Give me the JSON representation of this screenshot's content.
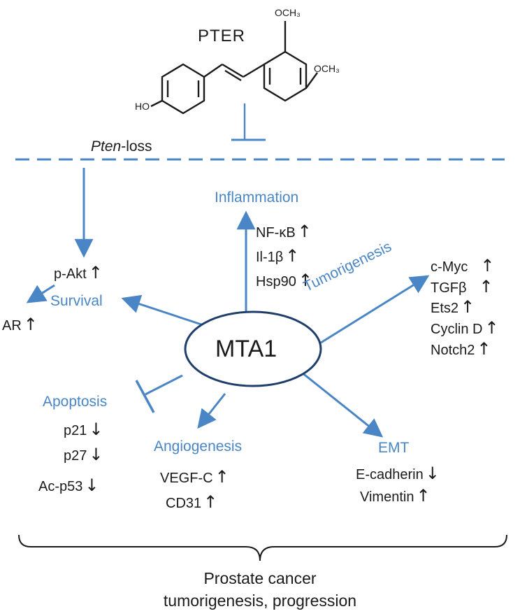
{
  "compound": {
    "name": "PTER",
    "group_top": "OCH₃",
    "group_right": "OCH₃",
    "group_left": "HO"
  },
  "pten_loss": {
    "italic": "Pten",
    "rest": "-loss"
  },
  "center": "MTA1",
  "inflammation": {
    "title": "Inflammation",
    "markers": [
      {
        "name": "NF-κB",
        "dir": "↑"
      },
      {
        "name": "Il-1β",
        "dir": "↑"
      },
      {
        "name": "Hsp90",
        "dir": "↑"
      }
    ]
  },
  "survival": {
    "title": "Survival",
    "markers": [
      {
        "name": "p-Akt",
        "dir": "↑"
      },
      {
        "name": "AR",
        "dir": "↑"
      }
    ]
  },
  "tumorigenesis": {
    "title": "Tumorigenesis",
    "markers": [
      {
        "name": "c-Myc",
        "dir": "↑"
      },
      {
        "name": "TGFβ",
        "dir": "↑"
      },
      {
        "name": "Ets2",
        "dir": "↑"
      },
      {
        "name": "Cyclin D",
        "dir": "↑"
      },
      {
        "name": "Notch2",
        "dir": "↑"
      }
    ]
  },
  "apoptosis": {
    "title": "Apoptosis",
    "markers": [
      {
        "name": "p21",
        "dir": "↓"
      },
      {
        "name": "p27",
        "dir": "↓"
      },
      {
        "name": "Ac-p53",
        "dir": "↓"
      }
    ]
  },
  "angiogenesis": {
    "title": "Angiogenesis",
    "markers": [
      {
        "name": "VEGF-C",
        "dir": "↑"
      },
      {
        "name": "CD31",
        "dir": "↑"
      }
    ]
  },
  "emt": {
    "title": "EMT",
    "markers": [
      {
        "name": "E-cadherin",
        "dir": "↓"
      },
      {
        "name": "Vimentin",
        "dir": "↑"
      }
    ]
  },
  "outcome": {
    "line1": "Prostate cancer",
    "line2": "tumorigenesis, progression"
  },
  "colors": {
    "accent": "#4a86c5",
    "text": "#1a1a1a"
  }
}
